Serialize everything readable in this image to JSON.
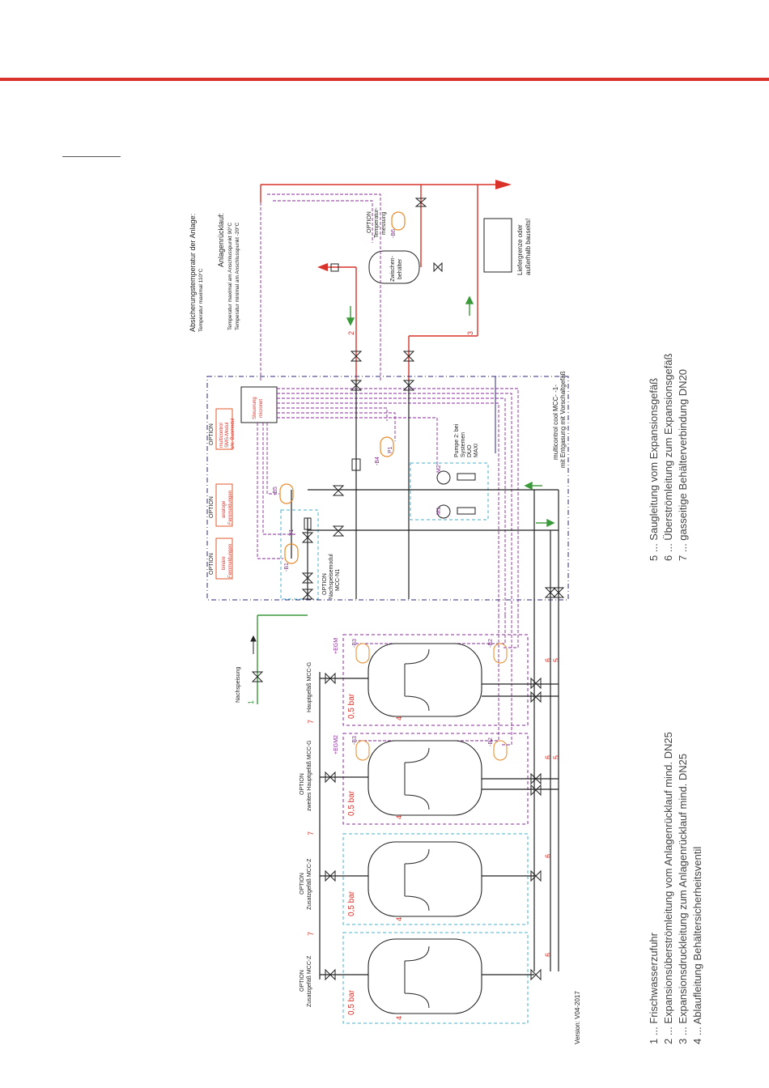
{
  "header": {
    "accent_color": "#d9322b"
  },
  "colors": {
    "supply": "#d9322b",
    "water": "#3a9a3a",
    "signal": "#8a2a9a",
    "sensor": "#e88a2a",
    "option_box": "#4ab0c8",
    "frame": "#2a2a7a"
  },
  "labels": {
    "absicherung": "Absicherungstemperatur der Anlage:",
    "absicherung_max": "Temperatur maximal 110°C",
    "ruecklauf": "Anlagenrücklauf:",
    "ruecklauf_max": "Temperatur maximal am Anschlusspunkt 90°C",
    "ruecklauf_min": "Temperatur minimal am Anschlusspunkt -20°C",
    "option_temp": "OPTION",
    "temp_messung_1": "Temperatur-",
    "temp_messung_2": "messung",
    "b6": "-B6",
    "zwischen_1": "Zwischen-",
    "zwischen_2": "behälter",
    "liefergrenze_1": "Liefergrenze oder",
    "liefergrenze_2": "außerhalb bauseits!",
    "line2": "2",
    "line3": "3",
    "steuerung_1": "Steuerung",
    "steuerung_2": "micronet",
    "opt1": "OPTION",
    "opt1_a": "multicontrol",
    "opt1_b": "SMS-Modul",
    "opt1_c": "u/o. Busmodul",
    "opt2": "OPTION",
    "opt2_a": "analoge",
    "opt2_b": "Fernmeldungen",
    "opt3": "OPTION",
    "opt3_a": "binäre",
    "opt3_b": "Fernmeldungen",
    "b5": "-B5",
    "b4": "-B4",
    "b1": "-B1",
    "y1": "Y1",
    "p1": "P1",
    "m1": "M1",
    "m2": "M2",
    "pumpe_1": "Pumpe 2: bei",
    "pumpe_2": "Systemen",
    "pumpe_3": "DUO",
    "pumpe_4": "MAXI",
    "nachspeise_1": "OPTION",
    "nachspeise_2": "Nachspeisemodul",
    "nachspeise_3": "MCC-N1",
    "mcc_1": "multicontrol cool MCC- -1-",
    "mcc_2": "mit Entgasung mit Vorschaltgefäß",
    "nachspeisung": "Nachspeisung",
    "line1": "1",
    "haupt": "Hauptgefäß MCC-G",
    "zweites_opt": "OPTION",
    "zweites": "zweites Hauptgefäß MCC-G",
    "zusatz1_opt": "OPTION",
    "zusatz1": "Zusatzgefäß MCC-Z",
    "zusatz2_opt": "OPTION",
    "zusatz2": "Zusatzgefäß MCC-Z",
    "bar": "0,5 bar",
    "egm": "+EGM",
    "egm2": "+EGM2",
    "b3": "-B3",
    "b2": "-B2",
    "n4": "4",
    "n5": "5",
    "n6": "6",
    "n7": "7",
    "version": "Version: V04-2017"
  },
  "legend_left": [
    "1 ... Frischwasserzufuhr",
    "2 ... Expansionsüberströmleitung vom Anlagenrücklauf mind. DN25",
    "3 ... Expansionsdruckleitung zum Anlagenrücklauf mind. DN25",
    "4 ... Ablaufleitung Behältersicherheitsventil"
  ],
  "legend_right": [
    "5 ... Saugleitung vom Expansionsgefäß",
    "6 ... Überströmleitung zum Expansionsgefäß",
    "7 ... gasseitige Behälterverbindung DN20"
  ]
}
